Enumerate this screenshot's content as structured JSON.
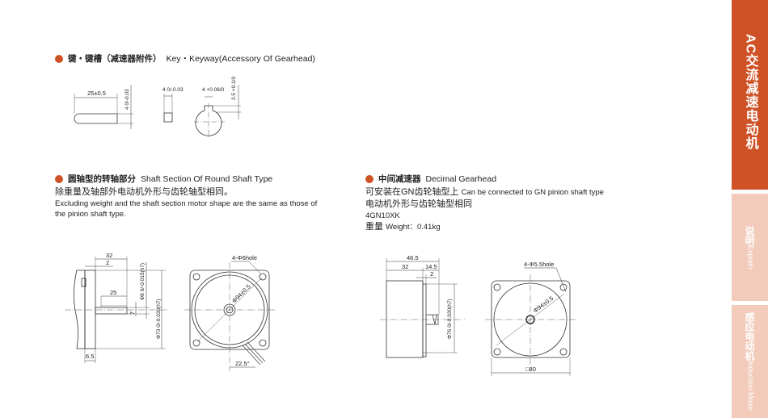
{
  "key_section": {
    "title_cn": "键・键槽（减速器附件）",
    "title_en": "Key・Keyway(Accessory Of Gearhead)",
    "dims": {
      "key_length": "25±0.5",
      "key_height": "4 0/-0.03",
      "key_width": "4 0/-0.03",
      "keyway_width": "4 +0.06/0",
      "keyway_depth": "2.5 +0.1/0"
    }
  },
  "shaft_section": {
    "title_cn": "圆轴型的转轴部分",
    "title_en": "Shaft Section Of Round Shaft Type",
    "desc_cn": "除重量及轴部外电动机外形与齿轮轴型相同。",
    "desc_en": "Excluding weight and the shaft section motor shape are the same as those of the pinion shaft type.",
    "dims": {
      "d32": "32",
      "d2": "2",
      "d25": "25",
      "d7": "7",
      "shaft_dia": "Φ8 0/-0.015(h7)",
      "pilot_dia": "Φ73 0/-0.030(h7)",
      "d65": "6.5",
      "holes": "4-Φ6hole",
      "pcd": "Φ94±0.5",
      "angle": "22.5°"
    }
  },
  "gearhead_section": {
    "title_cn": "中间减速器",
    "title_en": "Decimal Gearhead",
    "line1_cn": "可安装在GN齿轮轴型上",
    "line1_en": "Can be connected to GN pinion shaft type",
    "line2_cn": "电动机外形与齿轮轴型相同",
    "model": "4GN10XK",
    "weight_cn": "重量",
    "weight_en": "Weight：0.41kg",
    "dims": {
      "d465": "46.5",
      "d32": "32",
      "d145": "14.5",
      "d2": "2",
      "pilot_dia": "Φ76 0/-0.030(h7)",
      "holes": "4-Φ5.5hole",
      "pcd": "Φ94±0.5",
      "square": "□80"
    }
  },
  "sidebar": {
    "main": "AC交流减速电动机",
    "tab1_cn": "说明",
    "tab1_en": "Explain",
    "tab2_cn": "感应电动机",
    "tab2_en": "Induction Motor"
  },
  "colors": {
    "accent": "#cf5227",
    "tab_bg": "#f2cbbb"
  }
}
